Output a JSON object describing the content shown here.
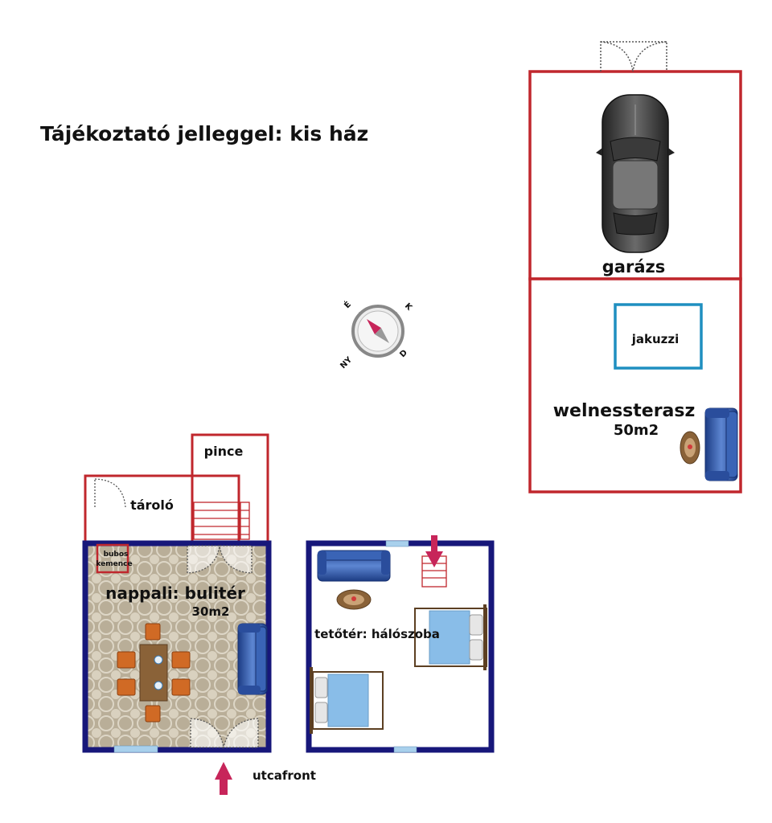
{
  "title": "Tájékoztató jelleggel: kis ház",
  "rooms": {
    "garage": "garázs",
    "jacuzzi": "jakuzzi",
    "wellness": "welnessterasz",
    "wellness_area": "50m2",
    "cellar": "pince",
    "storage": "tároló",
    "oven_line1": "bubos",
    "oven_line2": "kemence",
    "living": "nappali: bulitér",
    "living_area": "30m2",
    "attic": "tetőtér: hálószoba"
  },
  "street": "utcafront",
  "compass": {
    "n": "É",
    "e": "K",
    "s": "D",
    "w": "NY"
  },
  "colors": {
    "wall_red": "#c0272d",
    "wall_navy": "#17177a",
    "jacuzzi_blue": "#1f8fc0",
    "arrow": "#c7255a",
    "sofa_blue": "#2f58a8",
    "bed_blue": "#89bde8",
    "wood": "#8a6238",
    "chair": "#d06a25"
  }
}
